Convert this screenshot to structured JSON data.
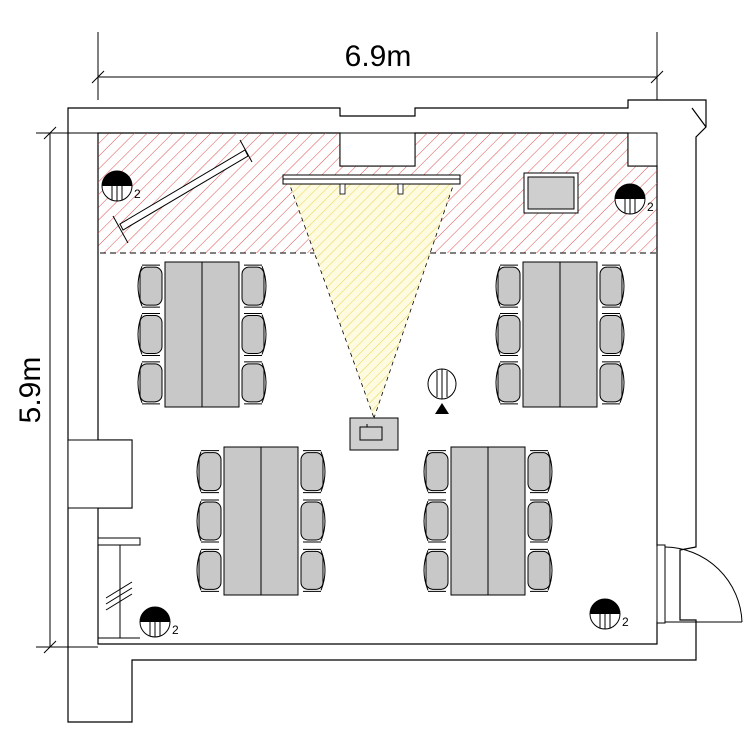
{
  "dimensions": {
    "width_label": "6.9m",
    "height_label": "5.9m"
  },
  "speakers": {
    "count_label": "2"
  },
  "colors": {
    "wall": "#000000",
    "furniture_fill": "#c8c8c8",
    "hatch_red": "#e05050",
    "hatch_yellow": "#e8d860",
    "beam_fill": "#fffbe0"
  },
  "icons": [
    "dimension-arrow-icon",
    "speaker-icon",
    "camera-icon",
    "projector-icon",
    "screen-icon",
    "tv-icon",
    "door-icon",
    "stairs-icon"
  ]
}
